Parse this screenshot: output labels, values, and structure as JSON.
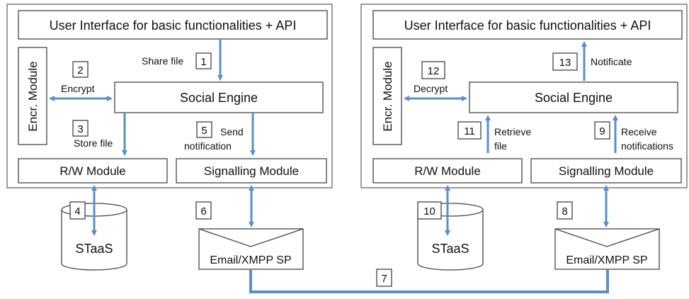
{
  "left_node": {
    "ui_label": "User Interface for basic functionalities + API",
    "encr_module": "Encr. Module",
    "social_engine": "Social Engine",
    "rw_module": "R/W Module",
    "signalling_module": "Signalling Module",
    "steps": {
      "s1": {
        "num": "1",
        "label": "Share file"
      },
      "s2": {
        "num": "2",
        "label": "Encrypt"
      },
      "s3": {
        "num": "3",
        "label": "Store file"
      },
      "s5": {
        "num": "5",
        "label_line1": "Send",
        "label_line2": "notification"
      }
    }
  },
  "right_node": {
    "ui_label": "User Interface for basic functionalities + API",
    "encr_module": "Encr. Module",
    "social_engine": "Social Engine",
    "rw_module": "R/W Module",
    "signalling_module": "Signalling Module",
    "steps": {
      "s12": {
        "num": "12",
        "label": "Decrypt"
      },
      "s13": {
        "num": "13",
        "label": "Notificate"
      },
      "s11": {
        "num": "11",
        "label_line1": "Retrieve",
        "label_line2": "file"
      },
      "s9": {
        "num": "9",
        "label_line1": "Receive",
        "label_line2": "notifications"
      }
    }
  },
  "external": {
    "staas_left": "STaaS",
    "staas_right": "STaaS",
    "email_left": "Email/XMPP SP",
    "email_right": "Email/XMPP SP",
    "step4": "4",
    "step6": "6",
    "step7": "7",
    "step8": "8",
    "step10": "10"
  },
  "colors": {
    "arrow": "#5b8fc7",
    "border": "#444444"
  }
}
